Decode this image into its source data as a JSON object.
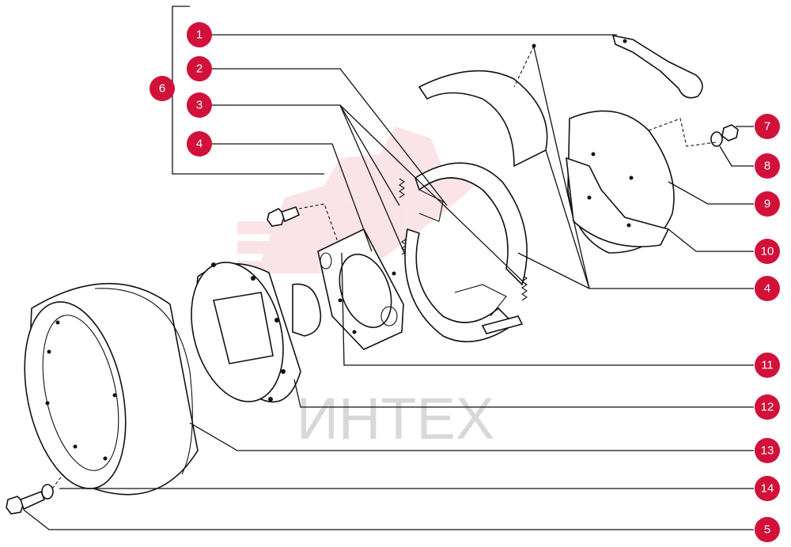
{
  "watermark": {
    "text": "ИНТЕХ",
    "color": "#d8d8d8",
    "gear_color": "#f6cdd3"
  },
  "accent_color": "#d2113a",
  "callouts": [
    {
      "id": "c1",
      "label": "1"
    },
    {
      "id": "c2",
      "label": "2"
    },
    {
      "id": "c3",
      "label": "3"
    },
    {
      "id": "c4a",
      "label": "4"
    },
    {
      "id": "c6",
      "label": "6"
    },
    {
      "id": "c7",
      "label": "7"
    },
    {
      "id": "c8",
      "label": "8"
    },
    {
      "id": "c9",
      "label": "9"
    },
    {
      "id": "c10",
      "label": "10"
    },
    {
      "id": "c4b",
      "label": "4"
    },
    {
      "id": "c11",
      "label": "11"
    },
    {
      "id": "c12",
      "label": "12"
    },
    {
      "id": "c13",
      "label": "13"
    },
    {
      "id": "c14",
      "label": "14"
    },
    {
      "id": "c5",
      "label": "5"
    }
  ]
}
